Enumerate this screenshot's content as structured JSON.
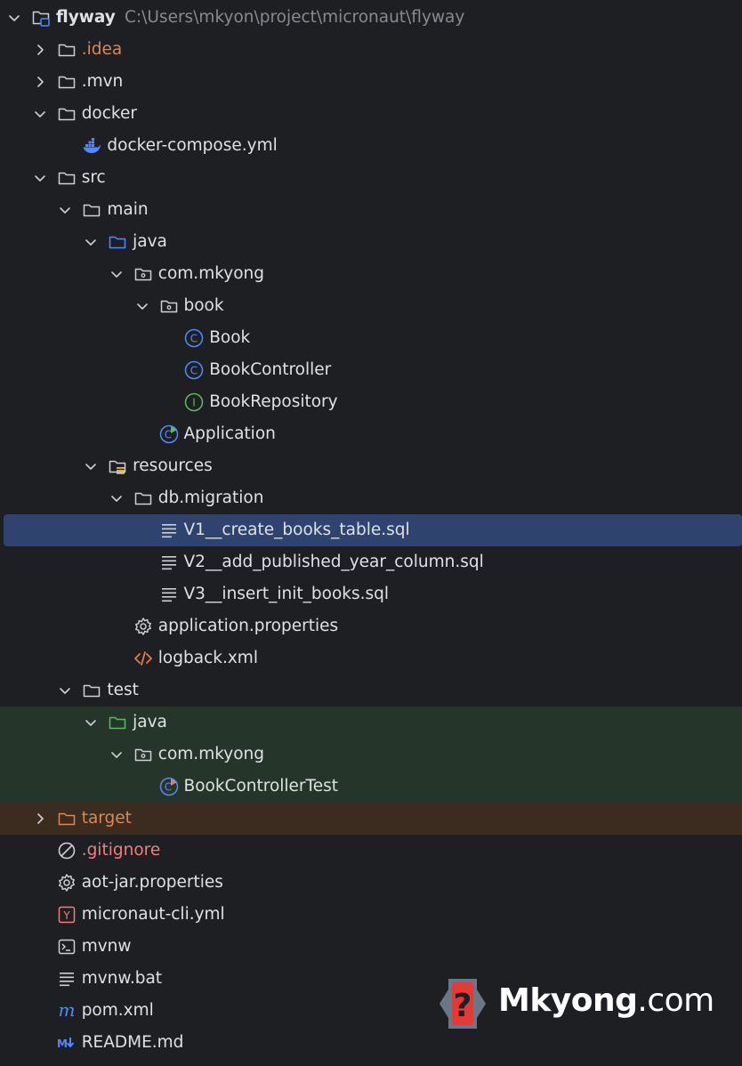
{
  "project": {
    "name": "flyway",
    "path": "C:\\Users\\mkyon\\project\\micronaut\\flyway"
  },
  "tree": [
    {
      "label": "flyway",
      "icon": "project-folder-icon",
      "depth": 0,
      "arrow": "down",
      "bold": true
    },
    {
      "label": ".idea",
      "icon": "folder-icon",
      "depth": 1,
      "arrow": "right",
      "color": "orange"
    },
    {
      "label": ".mvn",
      "icon": "folder-icon",
      "depth": 1,
      "arrow": "right"
    },
    {
      "label": "docker",
      "icon": "folder-icon",
      "depth": 1,
      "arrow": "down"
    },
    {
      "label": "docker-compose.yml",
      "icon": "docker-icon",
      "depth": 2
    },
    {
      "label": "src",
      "icon": "folder-icon",
      "depth": 1,
      "arrow": "down"
    },
    {
      "label": "main",
      "icon": "folder-icon",
      "depth": 2,
      "arrow": "down"
    },
    {
      "label": "java",
      "icon": "source-folder-icon",
      "depth": 3,
      "arrow": "down"
    },
    {
      "label": "com.mkyong",
      "icon": "package-icon",
      "depth": 4,
      "arrow": "down"
    },
    {
      "label": "book",
      "icon": "package-icon",
      "depth": 5,
      "arrow": "down"
    },
    {
      "label": "Book",
      "icon": "class-icon",
      "depth": 6
    },
    {
      "label": "BookController",
      "icon": "class-icon",
      "depth": 6
    },
    {
      "label": "BookRepository",
      "icon": "interface-icon",
      "depth": 6
    },
    {
      "label": "Application",
      "icon": "runnable-class-icon",
      "depth": 5
    },
    {
      "label": "resources",
      "icon": "resources-folder-icon",
      "depth": 3,
      "arrow": "down"
    },
    {
      "label": "db.migration",
      "icon": "folder-icon",
      "depth": 4,
      "arrow": "down"
    },
    {
      "label": "V1__create_books_table.sql",
      "icon": "sql-file-icon",
      "depth": 5,
      "selected": true
    },
    {
      "label": "V2__add_published_year_column.sql",
      "icon": "sql-file-icon",
      "depth": 5
    },
    {
      "label": "V3__insert_init_books.sql",
      "icon": "sql-file-icon",
      "depth": 5
    },
    {
      "label": "application.properties",
      "icon": "gear-icon",
      "depth": 4
    },
    {
      "label": "logback.xml",
      "icon": "xml-icon",
      "depth": 4
    },
    {
      "label": "test",
      "icon": "folder-icon",
      "depth": 2,
      "arrow": "down"
    },
    {
      "label": "java",
      "icon": "test-folder-icon",
      "depth": 3,
      "arrow": "down",
      "test": true
    },
    {
      "label": "com.mkyong",
      "icon": "package-icon",
      "depth": 4,
      "arrow": "down",
      "test": true
    },
    {
      "label": "BookControllerTest",
      "icon": "test-class-icon",
      "depth": 5,
      "test": true
    },
    {
      "label": "target",
      "icon": "excluded-folder-icon",
      "depth": 1,
      "arrow": "right",
      "color": "orange",
      "excluded": true
    },
    {
      "label": ".gitignore",
      "icon": "ignored-icon",
      "depth": 1,
      "color": "red"
    },
    {
      "label": "aot-jar.properties",
      "icon": "gear-icon",
      "depth": 1
    },
    {
      "label": "micronaut-cli.yml",
      "icon": "yaml-icon",
      "depth": 1
    },
    {
      "label": "mvnw",
      "icon": "terminal-icon",
      "depth": 1
    },
    {
      "label": "mvnw.bat",
      "icon": "text-file-icon",
      "depth": 1
    },
    {
      "label": "pom.xml",
      "icon": "maven-icon",
      "depth": 1
    },
    {
      "label": "README.md",
      "icon": "markdown-icon",
      "depth": 1
    }
  ],
  "watermark": {
    "brand": "Mkyong",
    "suffix": ".com",
    "icon": "question-mark-icon"
  },
  "colors": {
    "background": "#1e1f22",
    "selection": "#2e436e",
    "test_highlight": "#26352a",
    "excluded_highlight": "#3c2c20",
    "text": "#dfe1e5",
    "path_text": "#868a91",
    "orange_text": "#d48a59",
    "red_text": "#f07e7e",
    "class_blue": "#548af7",
    "interface_green": "#5fb865",
    "logo_red": "#e53935"
  }
}
